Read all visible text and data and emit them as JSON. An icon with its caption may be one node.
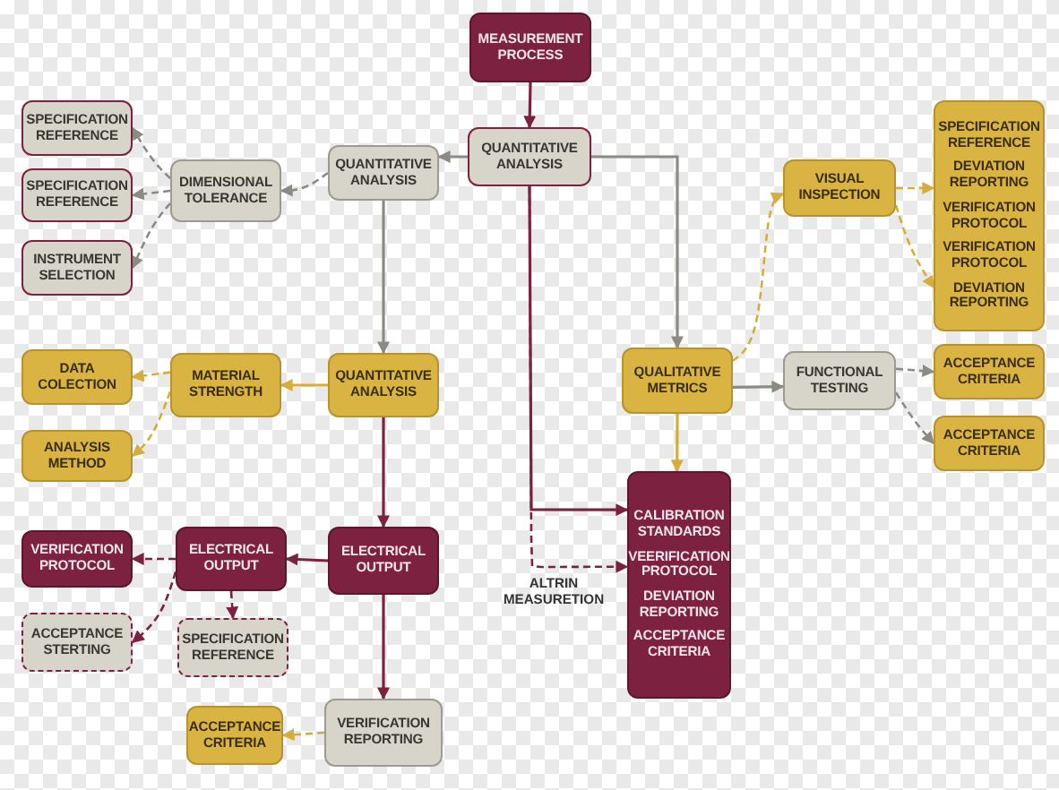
{
  "diagram": {
    "nodes": [
      {
        "text": [
          "MEASUREMENT PROCESS"
        ]
      },
      {
        "text": [
          "QUANTITATIVE ANALYSIS"
        ]
      },
      {
        "text": [
          "QUANTITATIVE ANALYSIS"
        ]
      },
      {
        "text": [
          "DIMENSIONAL TOLERANCE"
        ]
      },
      {
        "text": [
          "SPECIFICATION REFERENCE"
        ]
      },
      {
        "text": [
          "SPECIFICATION REFERENCE"
        ]
      },
      {
        "text": [
          "INSTRUMENT SELECTION"
        ]
      },
      {
        "text": [
          "VISUAL INSPECTION"
        ]
      },
      {
        "text": [
          "SPECIFICATION REFERENCE",
          "DEVIATION REPORTING",
          "VERIFICATION PROTOCOL",
          "VERIFICATION PROTOCOL",
          "DEVIATION REPORTING"
        ]
      },
      {
        "text": [
          "DATA COLECTION"
        ]
      },
      {
        "text": [
          "MATERIAL STRENGTH"
        ]
      },
      {
        "text": [
          "QUANTITATIVE ANALYSIS"
        ]
      },
      {
        "text": [
          "QUALITATIVE METRICS"
        ]
      },
      {
        "text": [
          "FUNCTIONAL TESTING"
        ]
      },
      {
        "text": [
          "ACCEPTANCE CRITERIA"
        ]
      },
      {
        "text": [
          "ACCEPTANCE CRITERIA"
        ]
      },
      {
        "text": [
          "ANALYSIS METHOD"
        ]
      },
      {
        "text": [
          "CALIBRATION STANDARDS",
          "VEERIFICATION PROTOCOL",
          "DEVIATION REPORTING",
          "ACCEPTANCE CRITERIA"
        ]
      },
      {
        "text": [
          "VERIFICATION PROTOCOL"
        ]
      },
      {
        "text": [
          "ELECTRICAL OUTPUT"
        ]
      },
      {
        "text": [
          "ELECTRICAL OUTPUT"
        ]
      },
      {
        "text": [
          "ACCEPTANCE STERTING"
        ]
      },
      {
        "text": [
          "SPECIFICATION REFERENCE"
        ]
      },
      {
        "text": [
          "ACCEPTANCE CRITERIA"
        ]
      },
      {
        "text": [
          "VERIFICATION REPORTING"
        ]
      }
    ],
    "edges": [
      {
        "from": 0,
        "to": 1,
        "arrow": "to",
        "color": "#7d2141"
      },
      {
        "from": 1,
        "to": 2,
        "arrow": "to"
      },
      {
        "from": 1,
        "to": 12,
        "arrow": "to"
      },
      {
        "from": 2,
        "to": 3,
        "arrow": "to",
        "style": "dashed"
      },
      {
        "from": 3,
        "to": 4,
        "arrow": "to",
        "style": "dashed"
      },
      {
        "from": 3,
        "to": 5,
        "arrow": "to",
        "style": "dashed"
      },
      {
        "from": 3,
        "to": 6,
        "arrow": "to",
        "style": "dashed"
      },
      {
        "from": 2,
        "to": 11,
        "arrow": "to"
      },
      {
        "from": 11,
        "to": 10,
        "arrow": "to",
        "color": "#d6ad3c"
      },
      {
        "from": 10,
        "to": 9,
        "arrow": "to",
        "style": "dashed",
        "color": "#d6ad3c"
      },
      {
        "from": 10,
        "to": 16,
        "arrow": "to",
        "style": "dashed",
        "color": "#d6ad3c"
      },
      {
        "from": 11,
        "to": 20,
        "arrow": "to",
        "color": "#7d2141"
      },
      {
        "from": 20,
        "to": 19,
        "arrow": "to",
        "color": "#7d2141"
      },
      {
        "from": 19,
        "to": 18,
        "arrow": "to",
        "style": "dashed",
        "color": "#7d2141"
      },
      {
        "from": 19,
        "to": 21,
        "arrow": "to",
        "style": "dashed",
        "color": "#7d2141"
      },
      {
        "from": 19,
        "to": 22,
        "arrow": "to",
        "style": "dashed",
        "color": "#7d2141"
      },
      {
        "from": 20,
        "to": 24,
        "arrow": "to",
        "color": "#7d2141"
      },
      {
        "from": 24,
        "to": 23,
        "arrow": "to",
        "style": "dashed",
        "color": "#d6ad3c"
      },
      {
        "from": 12,
        "to": 7,
        "arrow": "to",
        "style": "dashed",
        "color": "#d6ad3c"
      },
      {
        "from": 7,
        "to": 8,
        "arrow": "to",
        "style": "dashed",
        "color": "#d6ad3c"
      },
      {
        "from": 7,
        "to": 8,
        "arrow": "to",
        "style": "dashed",
        "color": "#d6ad3c"
      },
      {
        "from": 12,
        "to": 13,
        "arrow": "to"
      },
      {
        "from": 13,
        "to": 14,
        "arrow": "to",
        "style": "dashed"
      },
      {
        "from": 13,
        "to": 15,
        "arrow": "to",
        "style": "dashed"
      },
      {
        "from": 12,
        "to": 17,
        "arrow": "to",
        "color": "#d6ad3c"
      },
      {
        "from": 1,
        "to": 17,
        "arrow": "to",
        "color": "#7d2141"
      },
      {
        "from": 1,
        "to": 17,
        "arrow": "to",
        "style": "dashed",
        "color": "#7d2141",
        "label": "ALTRIN MEASURETION"
      }
    ]
  }
}
